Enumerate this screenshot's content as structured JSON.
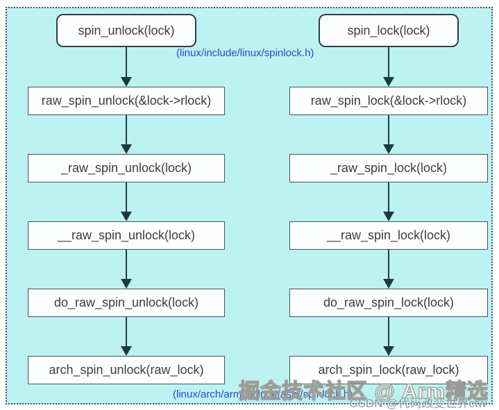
{
  "flow": {
    "unlock_chain": [
      "spin_unlock(lock)",
      "raw_spin_unlock(&lock->rlock)",
      "_raw_spin_unlock(lock)",
      "__raw_spin_unlock(lock)",
      "do_raw_spin_unlock(lock)",
      "arch_spin_unlock(raw_lock)"
    ],
    "lock_chain": [
      "spin_lock(lock)",
      "raw_spin_lock(&lock->rlock)",
      "_raw_spin_lock(lock)",
      "__raw_spin_lock(lock)",
      "do_raw_spin_lock(lock)",
      "arch_spin_lock(raw_lock)"
    ]
  },
  "annotations": {
    "top_file": "(linux/include/linux/spinlock.h)",
    "bottom_file": "(linux/arch/arm/include/asm/spinlock.h)"
  },
  "watermarks": {
    "line1": "掘金技术社区 @ Arm精选",
    "line2": "CSDN @代码改变世界ctw"
  },
  "colors": {
    "canvas_background": "#bdf2f2",
    "box_fill": "#fdfeff",
    "box_border": "#47525a",
    "arrow": "#1e3942",
    "annotation_blue": "#2b46d2"
  }
}
